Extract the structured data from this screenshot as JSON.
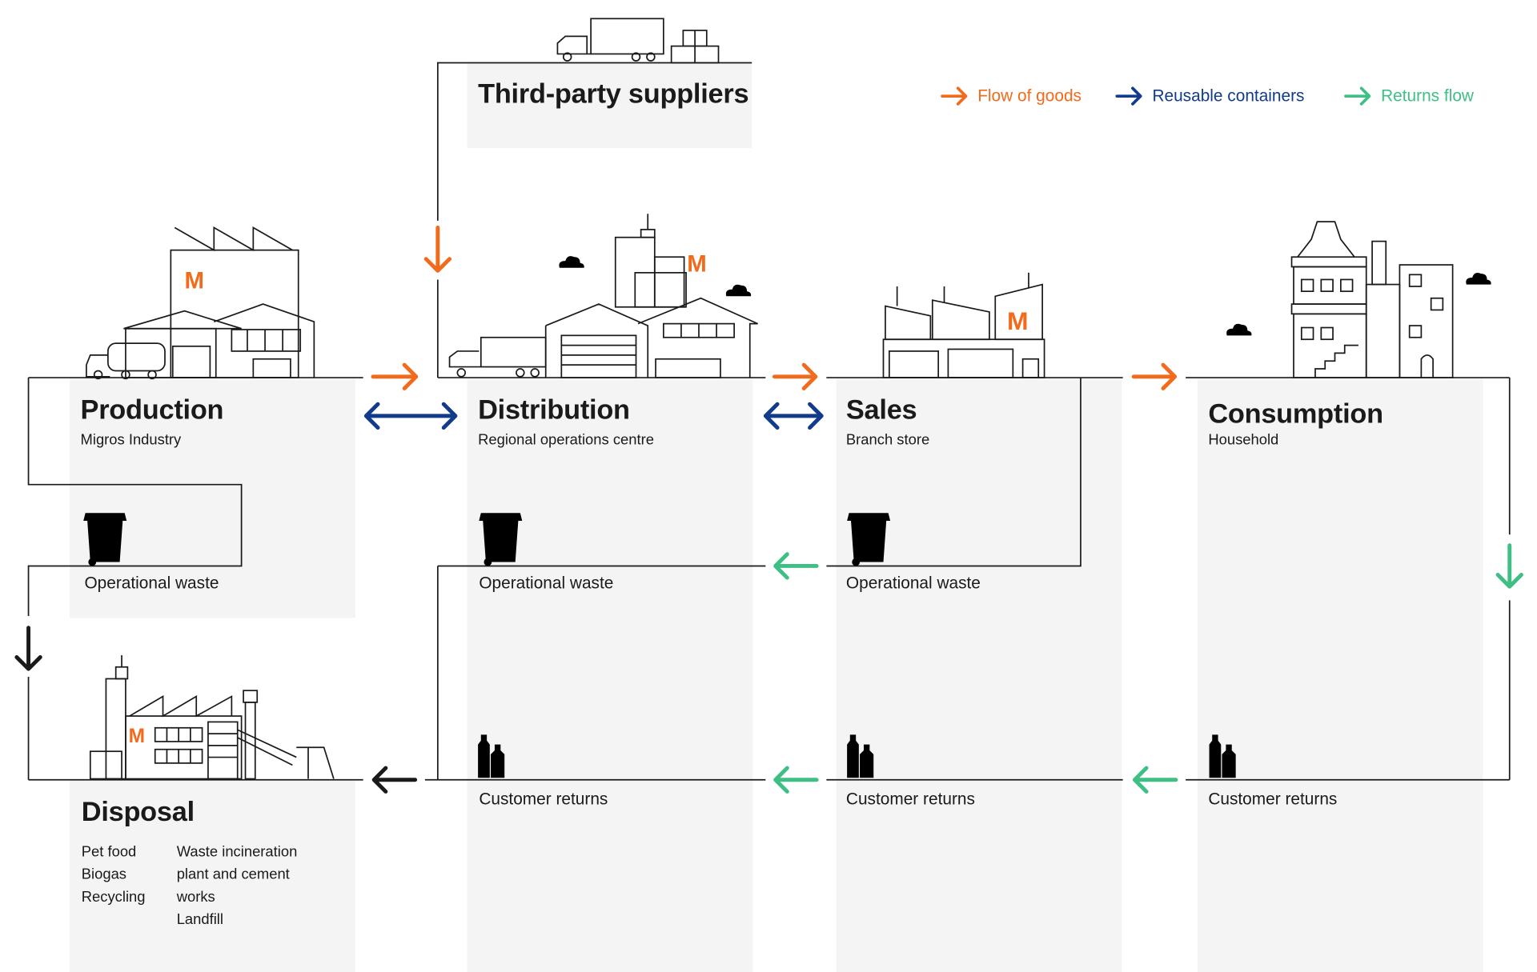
{
  "colors": {
    "goods": "#f26a1b",
    "reusable": "#123b8c",
    "returns": "#3fbf84",
    "disposal": "#1a1a1a",
    "panel": "#f4f4f4"
  },
  "legend": {
    "goods": "Flow of goods",
    "reusable": "Reusable containers",
    "returns": "Returns flow"
  },
  "suppliers": {
    "title": "Third-party suppliers"
  },
  "production": {
    "title": "Production",
    "subtitle": "Migros Industry",
    "waste": "Operational waste"
  },
  "distribution": {
    "title": "Distribution",
    "subtitle": "Regional operations centre",
    "waste": "Operational waste",
    "returns": "Customer returns"
  },
  "sales": {
    "title": "Sales",
    "subtitle": "Branch store",
    "waste": "Operational waste",
    "returns": "Customer returns"
  },
  "consumption": {
    "title": "Consumption",
    "subtitle": "Household",
    "returns": "Customer returns"
  },
  "disposal": {
    "title": "Disposal",
    "col1": [
      "Pet food",
      "Biogas",
      "Recycling"
    ],
    "col2": [
      "Waste incineration",
      "plant and cement",
      "works",
      "Landfill"
    ]
  },
  "logo_letter": "M",
  "icons": [
    "factory-icon",
    "warehouse-icon",
    "store-icon",
    "house-icon",
    "truck-icon",
    "waste-bin-icon",
    "bottles-icon",
    "incineration-plant-icon",
    "cloud-icon"
  ]
}
